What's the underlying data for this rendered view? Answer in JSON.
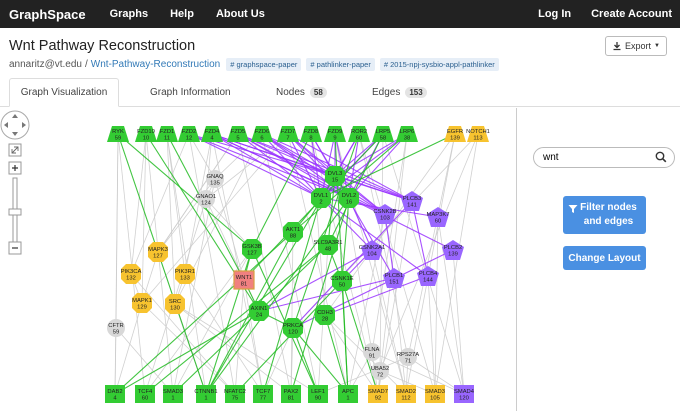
{
  "navbar": {
    "brand": "GraphSpace",
    "links": [
      "Graphs",
      "Help",
      "About Us"
    ],
    "login": "Log In",
    "create_account": "Create Account"
  },
  "graph_title": "Wnt Pathway Reconstruction",
  "breadcrumb": {
    "owner": "annaritz@vt.edu",
    "separator": "/",
    "graph_name": "Wnt-Pathway-Reconstruction",
    "tags": [
      "# graphspace-paper",
      "# pathlinker-paper",
      "# 2015-npj-sysbio-appl-pathlinker"
    ]
  },
  "export_label": "Export",
  "tabs": [
    {
      "label": "Graph Visualization",
      "active": true
    },
    {
      "label": "Graph Information"
    },
    {
      "label": "Nodes",
      "count": "58"
    },
    {
      "label": "Edges",
      "count": "153"
    }
  ],
  "search": {
    "value": "wnt"
  },
  "buttons": {
    "filter": "Filter nodes and edges",
    "layout": "Change Layout"
  },
  "colors": {
    "green": "#33cc33",
    "purple": "#9966ff",
    "orange": "#f7c32f",
    "gray": "#d8d8d8",
    "highlight": "#f08080",
    "edge_gray": "#cccccc",
    "edge_green": "#22bb22",
    "edge_purple": "#9933ff"
  },
  "graph": {
    "nodes": [
      {
        "label": "RYK",
        "num": "59",
        "color": "green",
        "shape": "tri"
      },
      {
        "label": "FZD10",
        "num": "10",
        "color": "green",
        "shape": "tri"
      },
      {
        "label": "FZD1",
        "num": "11",
        "color": "green",
        "shape": "tri"
      },
      {
        "label": "FZD2",
        "num": "12",
        "color": "green",
        "shape": "tri"
      },
      {
        "label": "FZD4",
        "num": "4",
        "color": "green",
        "shape": "tri"
      },
      {
        "label": "FZD5",
        "num": "5",
        "color": "green",
        "shape": "tri"
      },
      {
        "label": "FZD6",
        "num": "6",
        "color": "green",
        "shape": "tri"
      },
      {
        "label": "FZD7",
        "num": "7",
        "color": "green",
        "shape": "tri"
      },
      {
        "label": "FZD8",
        "num": "8",
        "color": "green",
        "shape": "tri"
      },
      {
        "label": "FZD9",
        "num": "9",
        "color": "green",
        "shape": "tri"
      },
      {
        "label": "ROR2",
        "num": "60",
        "color": "green",
        "shape": "tri"
      },
      {
        "label": "LRP5",
        "num": "58",
        "color": "green",
        "shape": "tri"
      },
      {
        "label": "LRP6",
        "num": "38",
        "color": "green",
        "shape": "tri"
      },
      {
        "label": "EGFR",
        "num": "139",
        "color": "orange",
        "shape": "tri"
      },
      {
        "label": "NOTCH1",
        "num": "113",
        "color": "orange",
        "shape": "tri"
      },
      {
        "label": "DVL3",
        "num": "15",
        "color": "green",
        "shape": "oct"
      },
      {
        "label": "DVL1",
        "num": "2",
        "color": "green",
        "shape": "oct"
      },
      {
        "label": "DVL2",
        "num": "16",
        "color": "green",
        "shape": "oct"
      },
      {
        "label": "GNAQ",
        "num": "135",
        "color": "gray",
        "shape": "circ"
      },
      {
        "label": "GNAO1",
        "num": "124",
        "color": "gray",
        "shape": "circ"
      },
      {
        "label": "PLCB3",
        "num": "141",
        "color": "purple",
        "shape": "pent"
      },
      {
        "label": "CSNK2B",
        "num": "103",
        "color": "purple",
        "shape": "pent"
      },
      {
        "label": "MAP3K7",
        "num": "60",
        "color": "purple",
        "shape": "pent"
      },
      {
        "label": "AKT1",
        "num": "88",
        "color": "green",
        "shape": "oct"
      },
      {
        "label": "SLC9A3R1",
        "num": "48",
        "color": "green",
        "shape": "oct"
      },
      {
        "label": "GSK3B",
        "num": "127",
        "color": "green",
        "shape": "oct"
      },
      {
        "label": "CSNK2A1",
        "num": "104",
        "color": "purple",
        "shape": "pent"
      },
      {
        "label": "PLCB2",
        "num": "139",
        "color": "purple",
        "shape": "pent"
      },
      {
        "label": "MAPK3",
        "num": "127",
        "color": "orange",
        "shape": "oct"
      },
      {
        "label": "PIK3CA",
        "num": "132",
        "color": "orange",
        "shape": "oct"
      },
      {
        "label": "PIK3R1",
        "num": "133",
        "color": "orange",
        "shape": "oct"
      },
      {
        "label": "WNT1",
        "num": "81",
        "color": "highlight",
        "shape": "rect"
      },
      {
        "label": "CSNK1E",
        "num": "50",
        "color": "green",
        "shape": "oct"
      },
      {
        "label": "PLCB1",
        "num": "151",
        "color": "purple",
        "shape": "pent"
      },
      {
        "label": "PLCB4",
        "num": "144",
        "color": "purple",
        "shape": "pent"
      },
      {
        "label": "MAPK1",
        "num": "129",
        "color": "orange",
        "shape": "oct"
      },
      {
        "label": "SRC",
        "num": "130",
        "color": "orange",
        "shape": "oct"
      },
      {
        "label": "AXIN1",
        "num": "24",
        "color": "green",
        "shape": "oct"
      },
      {
        "label": "CDH3",
        "num": "28",
        "color": "green",
        "shape": "oct"
      },
      {
        "label": "CFTR",
        "num": "59",
        "color": "gray",
        "shape": "circ"
      },
      {
        "label": "PRKCA",
        "num": "120",
        "color": "green",
        "shape": "oct"
      },
      {
        "label": "FLNA",
        "num": "91",
        "color": "gray",
        "shape": "circ"
      },
      {
        "label": "RPS27A",
        "num": "71",
        "color": "gray",
        "shape": "circ"
      },
      {
        "label": "UBA52",
        "num": "72",
        "color": "gray",
        "shape": "circ"
      },
      {
        "label": "DAB2",
        "num": "4",
        "color": "green",
        "shape": "rect"
      },
      {
        "label": "TCF4",
        "num": "60",
        "color": "green",
        "shape": "rect"
      },
      {
        "label": "SMAD3",
        "num": "1",
        "color": "green",
        "shape": "rect"
      },
      {
        "label": "CTNNB1",
        "num": "1",
        "color": "green",
        "shape": "rect"
      },
      {
        "label": "NFATC2",
        "num": "75",
        "color": "green",
        "shape": "rect"
      },
      {
        "label": "TCF7",
        "num": "77",
        "color": "green",
        "shape": "rect"
      },
      {
        "label": "PAX2",
        "num": "81",
        "color": "green",
        "shape": "rect"
      },
      {
        "label": "LEF1",
        "num": "90",
        "color": "green",
        "shape": "rect"
      },
      {
        "label": "APC",
        "num": "1",
        "color": "green",
        "shape": "rect"
      },
      {
        "label": "SMAD7",
        "num": "92",
        "color": "orange",
        "shape": "rect"
      },
      {
        "label": "SMAD2",
        "num": "112",
        "color": "orange",
        "shape": "rect"
      },
      {
        "label": "SMAD3",
        "num": "105",
        "color": "orange",
        "shape": "rect"
      },
      {
        "label": "SMAD4",
        "num": "120",
        "color": "purple",
        "shape": "rect"
      }
    ]
  }
}
